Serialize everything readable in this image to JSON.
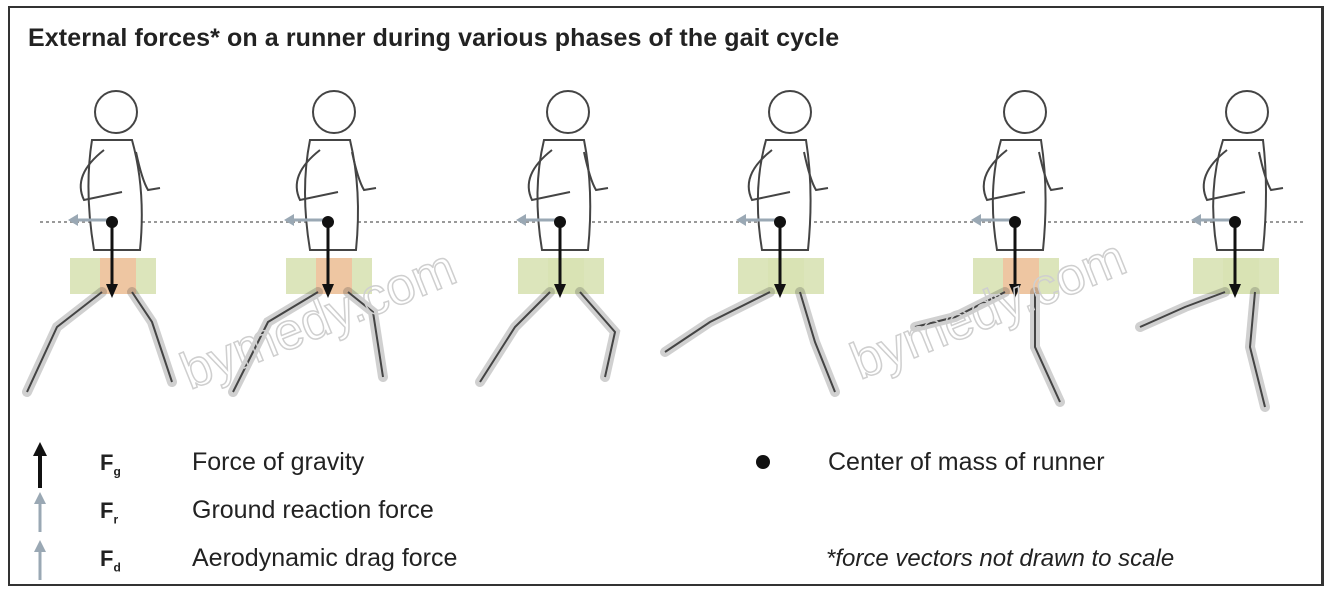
{
  "title": "External forces* on a runner during various phases of the gait cycle",
  "watermark": "bymedy.com",
  "legend": [
    {
      "symbol_main": "F",
      "symbol_sub": "g",
      "label": "Force of gravity",
      "color": "#111111"
    },
    {
      "symbol_main": "F",
      "symbol_sub": "r",
      "label": "Ground reaction force",
      "color": "#8a9aa8"
    },
    {
      "symbol_main": "F",
      "symbol_sub": "d",
      "label": "Aerodynamic drag force",
      "color": "#8a9aa8"
    }
  ],
  "center_of_mass_label": "Center of mass of runner",
  "footnote": "*force vectors not drawn to scale",
  "colors": {
    "gravity": "#111111",
    "ground_band": "#d8e2b4",
    "shorts_highlight": "#f0c2a0",
    "figure_stroke": "#444444",
    "center_line": "#888888"
  },
  "phases": [
    {
      "highlight": "#f0c2a0"
    },
    {
      "highlight": "#f0c2a0"
    },
    {
      "highlight": "#d8e2b4"
    },
    {
      "highlight": "#d8e2b4"
    },
    {
      "highlight": "#f0c2a0"
    },
    {
      "highlight": "#d8e2b4"
    }
  ]
}
